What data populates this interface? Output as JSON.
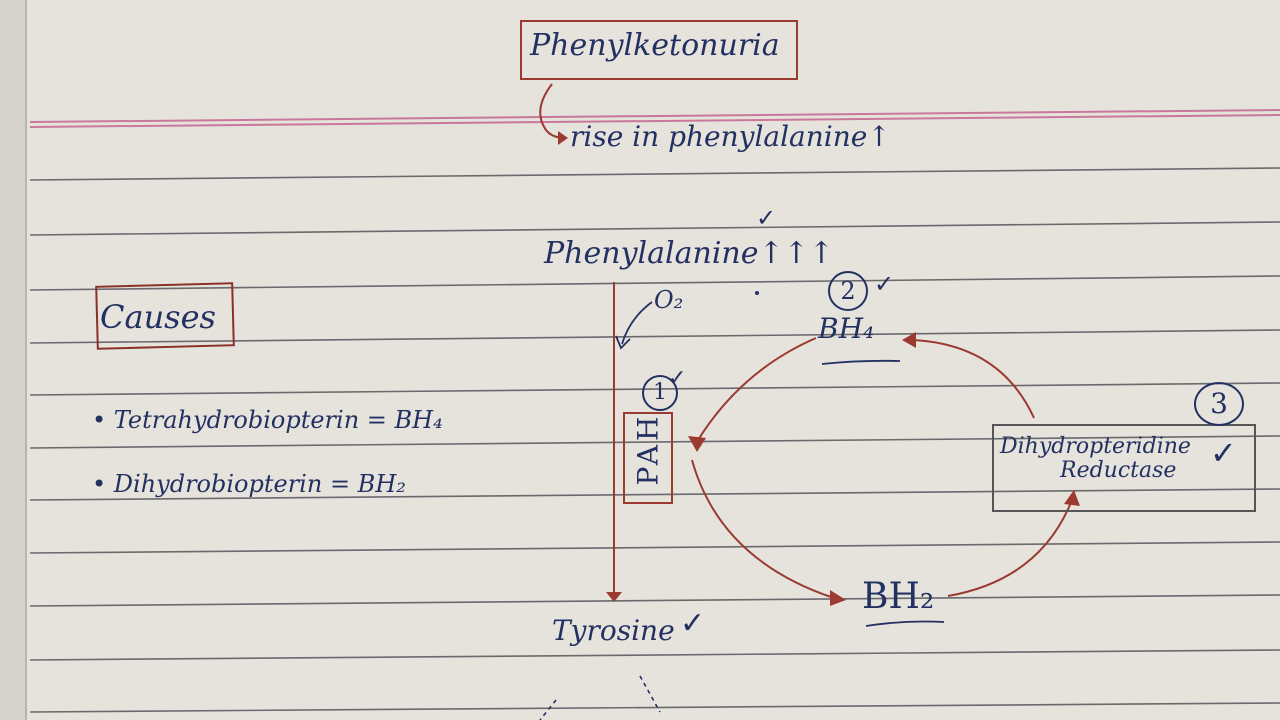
{
  "title": "Phenylketonuria",
  "rise_text": "rise in phenylalanine↑",
  "causes_label": "Causes",
  "causes_items": [
    "• Tetrahydrobiopterin = BH₄",
    "• Dihydrobiopterin = BH₂"
  ],
  "pathway": {
    "substrate": "Phenylalanine↑↑↑",
    "oxygen": "O₂",
    "enzyme": "PAH",
    "product": "Tyrosine",
    "cofactor_reduced": "BH₄",
    "cofactor_oxidized": "BH₂",
    "reductase_line1": "Dihydropteridine",
    "reductase_line2": "Reductase"
  },
  "step_numbers": [
    "1",
    "2",
    "3"
  ],
  "colors": {
    "paper": "#e6e3dd",
    "ink_blue": "#233062",
    "ink_red": "#9a3a30",
    "margin_line": "#c9789b",
    "rule_line": "#55555a"
  }
}
